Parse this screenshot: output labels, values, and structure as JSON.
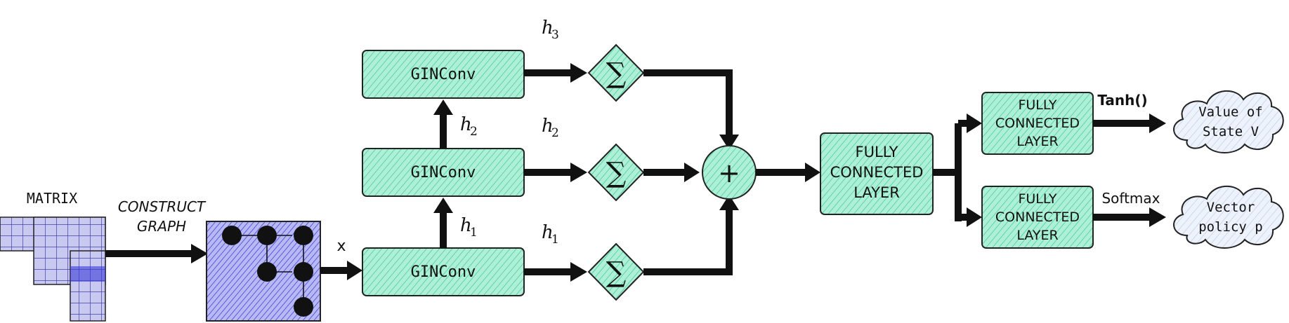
{
  "labels": {
    "matrix": "MATRIX",
    "construct_1": "CONSTRUCT",
    "construct_2": "GRAPH",
    "x": "x",
    "h3_top": "h",
    "h3_sub": "3",
    "h2_vert": "h",
    "h2_vert_sub": "2",
    "h2_right": "h",
    "h2_right_sub": "2",
    "h1_vert": "h",
    "h1_vert_sub": "1",
    "h1_right": "h",
    "h1_right_sub": "1",
    "tanh": "Tanh()",
    "softmax": "Softmax"
  },
  "blocks": {
    "gin_top": "GINConv",
    "gin_mid": "GINConv",
    "gin_bot": "GINConv",
    "fc_main": [
      "FULLY",
      "CONNECTED",
      "LAYER"
    ],
    "fc_value": [
      "FULLY",
      "CONNECTED",
      "LAYER"
    ],
    "fc_policy": [
      "FULLY",
      "CONNECTED",
      "LAYER"
    ]
  },
  "symbols": {
    "sum": "∑",
    "plus": "+"
  },
  "outputs": {
    "value": [
      "Value of",
      "State V"
    ],
    "policy": [
      "Vector",
      "policy p"
    ]
  },
  "colors": {
    "block_fill": "#aef0d6",
    "block_hatch": "#3fc79a",
    "graph_fill": "#b8b8f4",
    "graph_hatch": "#2a2ad0",
    "matrix_fill": "#c8c8f0",
    "matrix_highlight": "#3a3ad8",
    "cloud_fill": "#dfe6f8",
    "stroke": "#111111"
  }
}
